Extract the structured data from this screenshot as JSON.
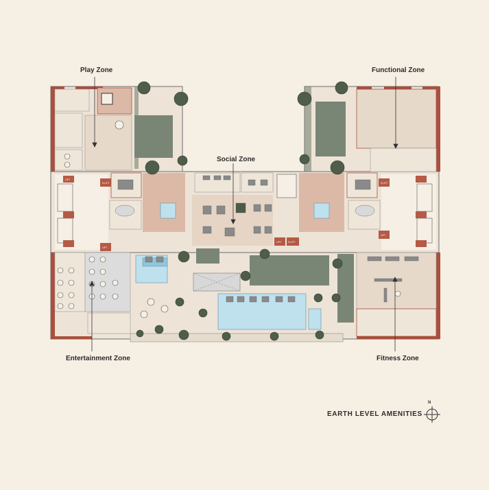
{
  "zones": {
    "play": "Play Zone",
    "functional": "Functional Zone",
    "social": "Social Zone",
    "entertainment": "Entertainment Zone",
    "fitness": "Fitness Zone"
  },
  "title": "EARTH LEVEL AMENITIES",
  "compass_letter": "N",
  "lift_label": "LIFT",
  "slift_label": "S.LIFT",
  "colors": {
    "background": "#f6efe4",
    "wall": "#a9503e",
    "room_fill": "#dcb9a6",
    "lawn": "#7a8675",
    "pool": "#bfe1ee",
    "lift_fill": "#b45a45",
    "tree": "#4f5d4b"
  }
}
